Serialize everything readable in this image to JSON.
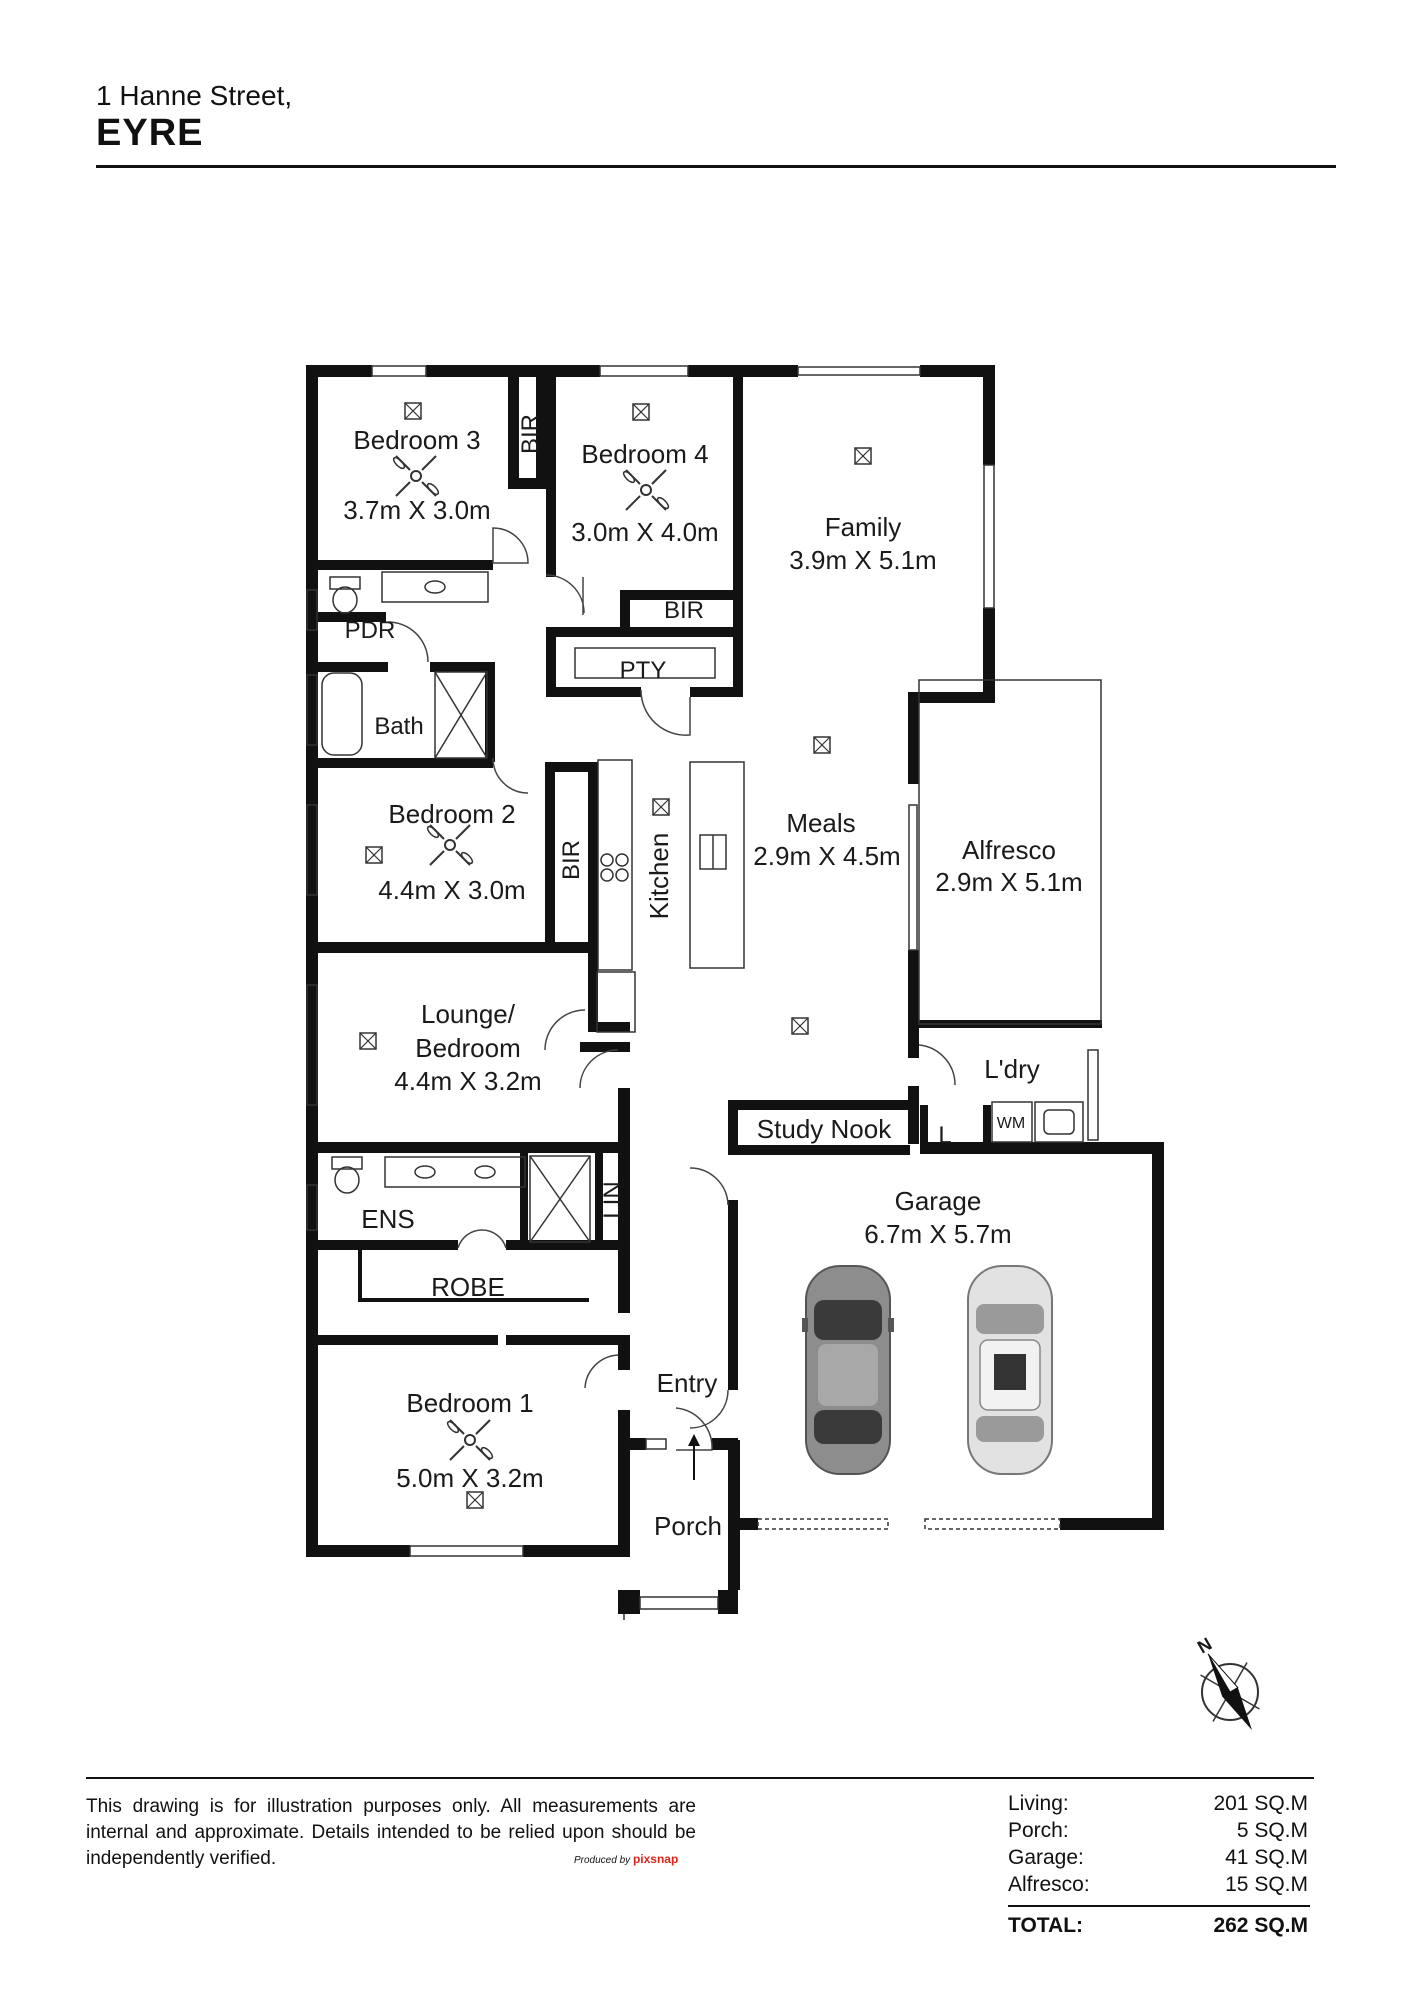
{
  "header": {
    "street": "1 Hanne Street,",
    "suburb": "EYRE"
  },
  "rooms": {
    "bedroom3": {
      "name": "Bedroom 3",
      "size": "3.7m X 3.0m"
    },
    "bedroom4": {
      "name": "Bedroom 4",
      "size": "3.0m X 4.0m"
    },
    "family": {
      "name": "Family",
      "size": "3.9m X 5.1m"
    },
    "bir": "BIR",
    "pdr": "PDR",
    "pty": "PTY",
    "bath": "Bath",
    "bedroom2": {
      "name": "Bedroom 2",
      "size": "4.4m X 3.0m"
    },
    "kitchen": "Kitchen",
    "meals": {
      "name": "Meals",
      "size": "2.9m X 4.5m"
    },
    "alfresco": {
      "name": "Alfresco",
      "size": "2.9m X 5.1m"
    },
    "lounge": {
      "name1": "Lounge/",
      "name2": "Bedroom",
      "size": "4.4m X 3.2m"
    },
    "laundry": "L'dry",
    "wm": "WM",
    "study": "Study Nook",
    "linen_short": "L",
    "ens": "ENS",
    "lin": "LIN",
    "garage": {
      "name": "Garage",
      "size": "6.7m X 5.7m"
    },
    "robe": "ROBE",
    "entry": "Entry",
    "bedroom1": {
      "name": "Bedroom 1",
      "size": "5.0m X 3.2m"
    },
    "porch": "Porch"
  },
  "compass": {
    "label": "N"
  },
  "footer": {
    "disclaimer": "This drawing is for illustration purposes only. All measurements are internal and approximate. Details intended to be relied upon should be independently verified.",
    "produced_by": "Produced by",
    "brand": "pixsnap",
    "areas": [
      {
        "label": "Living:",
        "value": "201 SQ.M"
      },
      {
        "label": "Porch:",
        "value": "5 SQ.M"
      },
      {
        "label": "Garage:",
        "value": "41 SQ.M"
      },
      {
        "label": "Alfresco:",
        "value": "15 SQ.M"
      }
    ],
    "total": {
      "label": "TOTAL:",
      "value": "262 SQ.M"
    }
  }
}
